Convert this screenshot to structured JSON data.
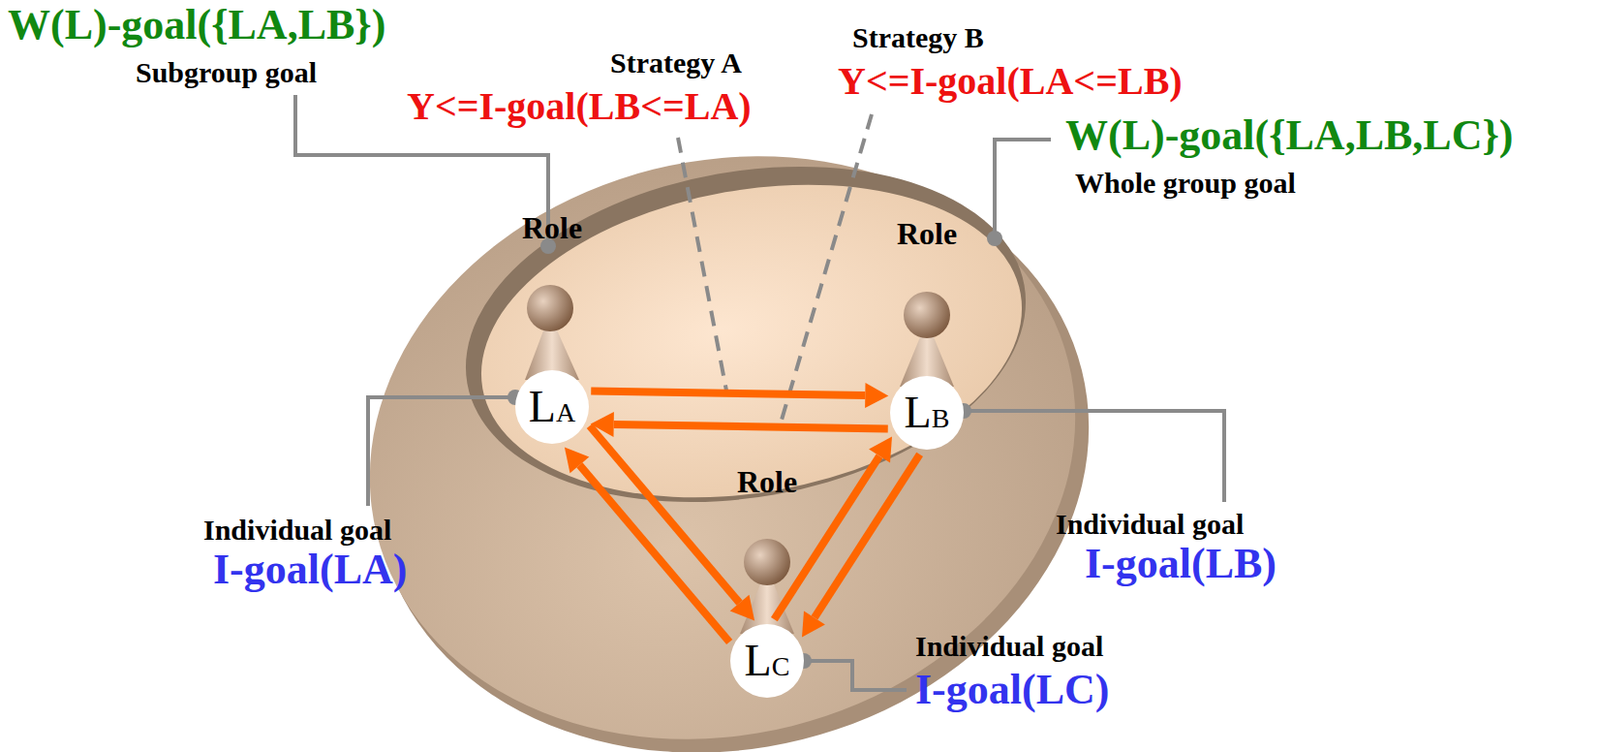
{
  "diagram": {
    "nodes": [
      {
        "text": [
          "Role",
          "LA"
        ]
      },
      {
        "text": [
          "Role",
          "LB"
        ]
      },
      {
        "text": [
          "Role",
          "LC"
        ]
      }
    ],
    "edges": [
      {
        "from": 0,
        "to": 1,
        "arrow": "to"
      },
      {
        "from": 1,
        "to": 0,
        "arrow": "to"
      },
      {
        "from": 0,
        "to": 2,
        "arrow": "to"
      },
      {
        "from": 2,
        "to": 0,
        "arrow": "to"
      },
      {
        "from": 2,
        "to": 1,
        "arrow": "to"
      },
      {
        "from": 1,
        "to": 2,
        "arrow": "to"
      }
    ],
    "labels": [
      "W(L)-goal({LA,LB})",
      "Subgroup goal",
      "Strategy A",
      "Y<=I-goal(LB<=LA)",
      "Strategy B",
      "Y<=I-goal(LA<=LB)",
      "W(L)-goal({LA,LB,LC})",
      "Whole group goal",
      "Individual goal",
      "I-goal(LA)",
      "Individual goal",
      "I-goal(LB)",
      "Individual goal",
      "I-goal(LC)"
    ]
  }
}
